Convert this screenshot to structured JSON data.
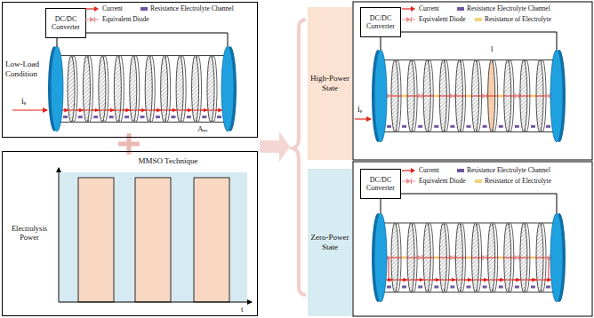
{
  "diagram": {
    "nodes": [
      {
        "text": [
          "Low-Load Condition"
        ]
      },
      {
        "text": [
          "DC/DC Converter"
        ],
        "in": 0
      },
      {
        "text": [
          "MMSO Technique"
        ]
      },
      {
        "text": [
          "High-Power State"
        ]
      },
      {
        "text": [
          "DC/DC Converter"
        ]
      },
      {
        "text": [
          "Zero-Power State"
        ]
      },
      {
        "text": [
          "DC/DC Converter"
        ]
      }
    ],
    "labels": [
      "iₑ",
      "Aₘ",
      "Electrolysis Power",
      "t",
      "iₑ",
      "l"
    ],
    "legend": [
      {
        "text": "Current"
      },
      {
        "text": "Resistance Electrolyte Channel",
        "color": "#6f57a0"
      },
      {
        "text": "Equivalent Diode"
      },
      {
        "text": "Current"
      },
      {
        "text": "Resistance Electrolyte Channel",
        "color": "#6f57a0"
      },
      {
        "text": "Equivalent Diode"
      },
      {
        "text": "Resistance of Electrolyte",
        "color": "#f3d27a"
      },
      {
        "text": "Current"
      },
      {
        "text": "Resistance Electrolyte Channel",
        "color": "#6f57a0"
      },
      {
        "text": "Equivalent Diode"
      },
      {
        "text": "Resistance of Electrolyte",
        "color": "#f3d27a"
      }
    ]
  }
}
